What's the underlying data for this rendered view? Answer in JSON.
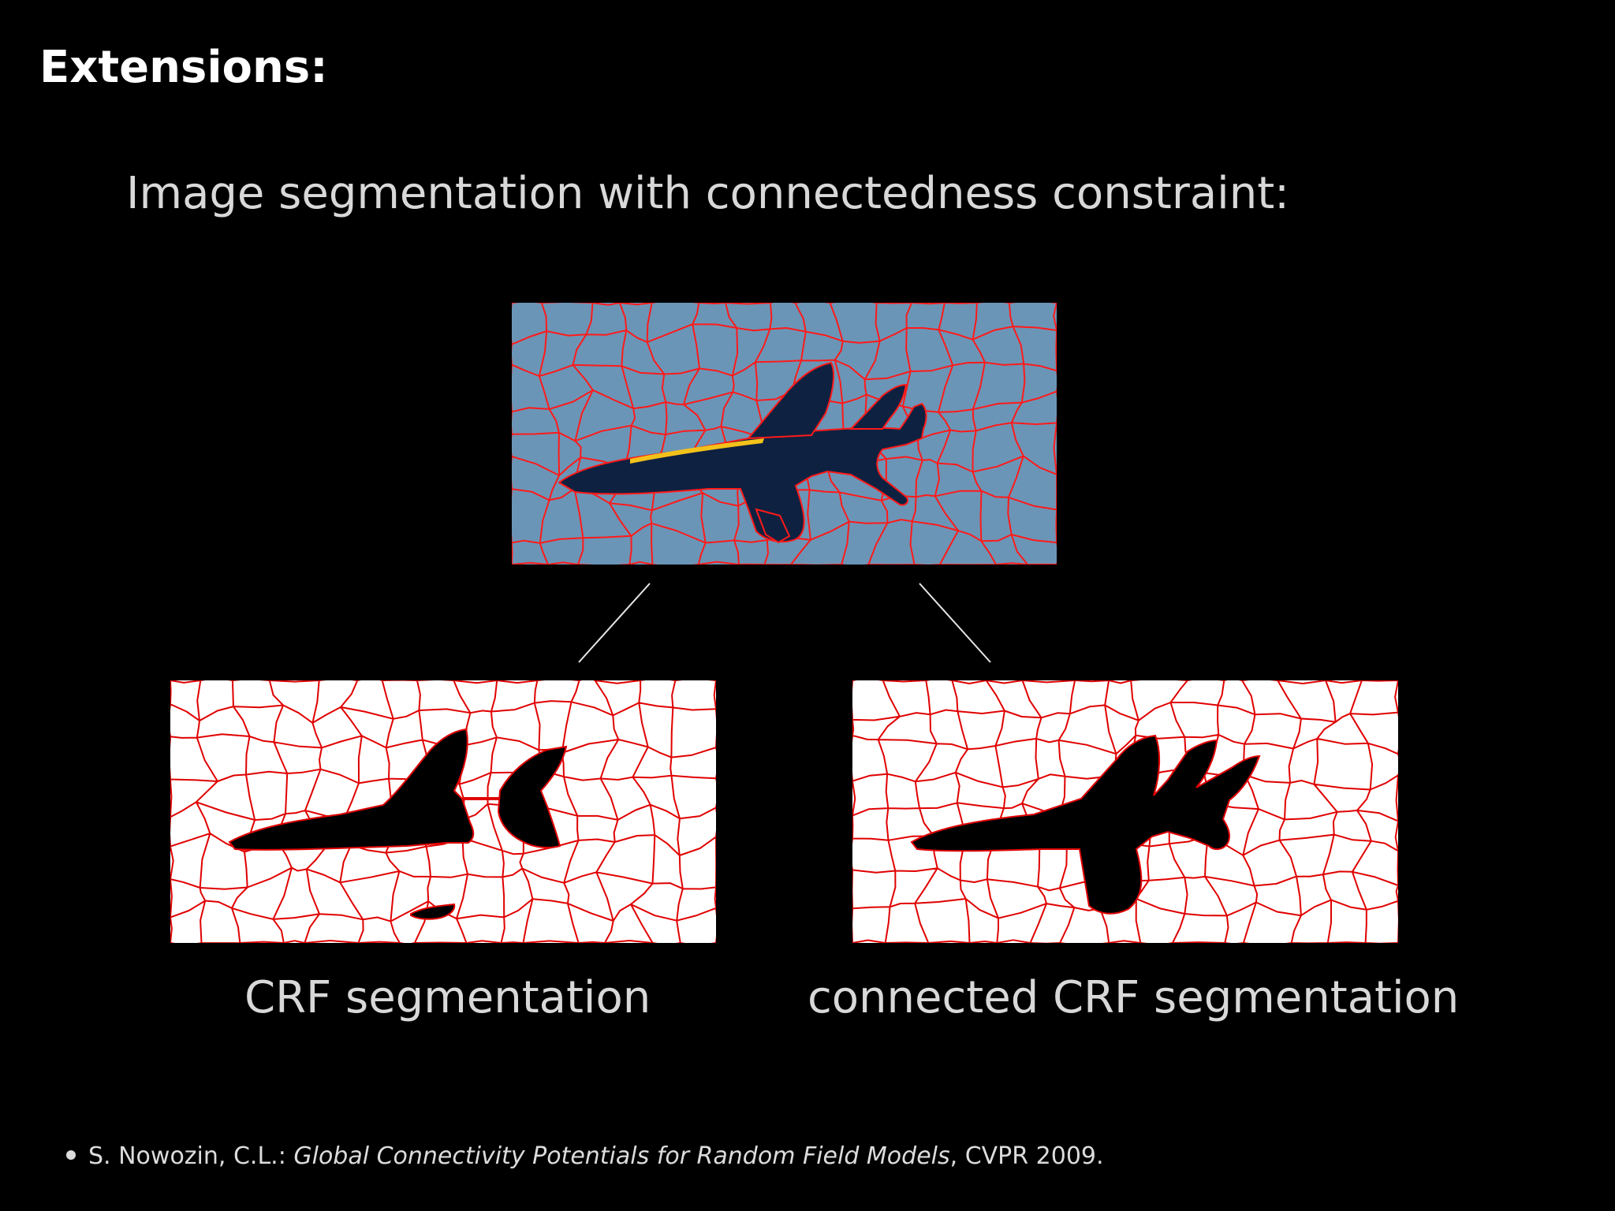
{
  "slide": {
    "title": "Extensions:",
    "subtitle": "Image segmentation with connectedness constraint:"
  },
  "panels": {
    "input_image": {
      "background_color": "#6b95b6",
      "boundary_color": "#ff1a1a",
      "object_color": "#0f2140",
      "stripe_color": "#f3c21a"
    },
    "crf_result": {
      "background_color": "#ffffff",
      "boundary_color": "#e00000",
      "object_color": "#000000"
    },
    "connected_result": {
      "background_color": "#ffffff",
      "boundary_color": "#e00000",
      "object_color": "#000000"
    }
  },
  "captions": {
    "crf": "CRF segmentation",
    "connected": "connected CRF segmentation"
  },
  "reference": {
    "authors": "S. Nowozin, C.L.: ",
    "title": "Global Connectivity Potentials for Random Field Models",
    "venue": ", CVPR 2009."
  }
}
